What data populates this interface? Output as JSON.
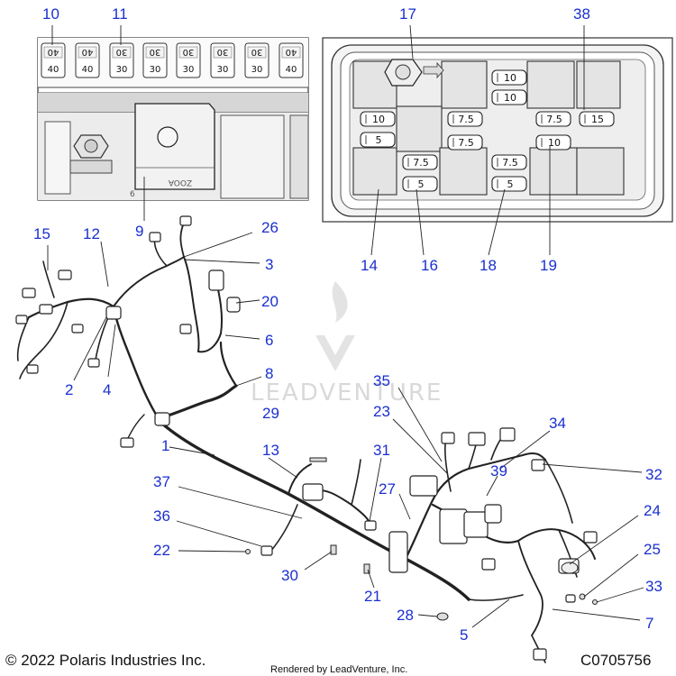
{
  "callouts": {
    "c10": "10",
    "c11": "11",
    "c17": "17",
    "c38": "38",
    "c9": "9",
    "c14": "14",
    "c16": "16",
    "c18": "18",
    "c19": "19",
    "c15": "15",
    "c12": "12",
    "c26": "26",
    "c3": "3",
    "c20": "20",
    "c6": "6",
    "c8": "8",
    "c2": "2",
    "c4": "4",
    "c35": "35",
    "c23": "23",
    "c34": "34",
    "c29": "29",
    "c1": "1",
    "c13": "13",
    "c31": "31",
    "c39": "39",
    "c32": "32",
    "c37": "37",
    "c27": "27",
    "c24": "24",
    "c36": "36",
    "c22": "22",
    "c30": "30",
    "c21": "21",
    "c25": "25",
    "c33": "33",
    "c28": "28",
    "c5": "5",
    "c7": "7"
  },
  "left_fuse_row": {
    "top": [
      "40",
      "40",
      "30",
      "30",
      "30",
      "30",
      "30",
      "40"
    ],
    "bottom": [
      "40",
      "40",
      "30",
      "30",
      "30",
      "30",
      "30",
      "40"
    ]
  },
  "right_panel_fuses": {
    "f1": "10",
    "f2": "10",
    "f3": "10",
    "f4": "5",
    "f5": "7.5",
    "f6": "7.5",
    "f7": "7.5",
    "f8": "15",
    "f9": "10",
    "f10": "7.5",
    "f11": "5",
    "f12": "7.5",
    "f13": "5"
  },
  "relay_stamp": "ZOOA",
  "relay_side_mark": "6",
  "watermark": "LEADVENTURE",
  "footer": {
    "copyright": "© 2022 Polaris Industries Inc.",
    "code": "C0705756",
    "rendered_by": "Rendered by LeadVenture, Inc."
  },
  "colors": {
    "callout_blue": "#1a2fcf",
    "line_black": "#222222",
    "panel_gray": "#e6e6e6"
  }
}
